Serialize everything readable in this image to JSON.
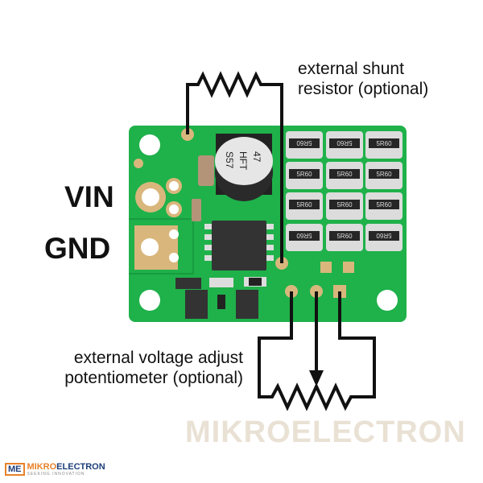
{
  "labels": {
    "shunt": "external shunt resistor (optional)",
    "shunt_line1": "external shunt",
    "shunt_line2": "resistor (optional)",
    "pot_line1": "external voltage adjust",
    "pot_line2": "potentiometer (optional)",
    "vin": "VIN",
    "gnd": "GND"
  },
  "board": {
    "capacitor_text": [
      "47",
      "HFT",
      "S57"
    ],
    "resistor_marking": "5R60",
    "color": "#1fb14a"
  },
  "watermark": {
    "text": "MIKROELECTRON",
    "logo_mark": "ME",
    "logo_name_a": "MIKRO",
    "logo_name_b": "ELECTRON",
    "tagline": "SEEKING INNOVATION"
  }
}
